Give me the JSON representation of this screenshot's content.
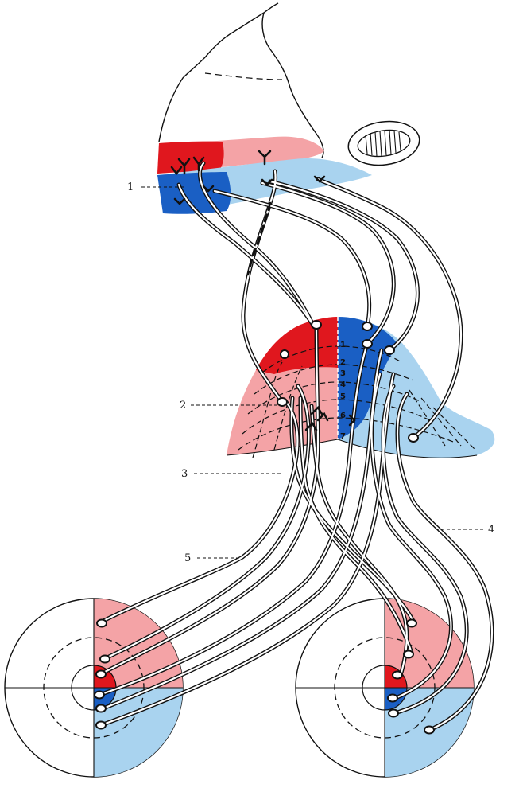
{
  "labels": {
    "l1": "1",
    "l2": "2",
    "l3": "3",
    "l4": "4",
    "l5": "5"
  },
  "layer_numbers": [
    "1",
    "2",
    "3",
    "4",
    "5",
    "6",
    "7"
  ],
  "colors": {
    "red_dark": "#e0171e",
    "red_light": "#f4a3a6",
    "blue_dark": "#1a5fc4",
    "blue_light": "#a9d3ef",
    "line": "#111111"
  }
}
